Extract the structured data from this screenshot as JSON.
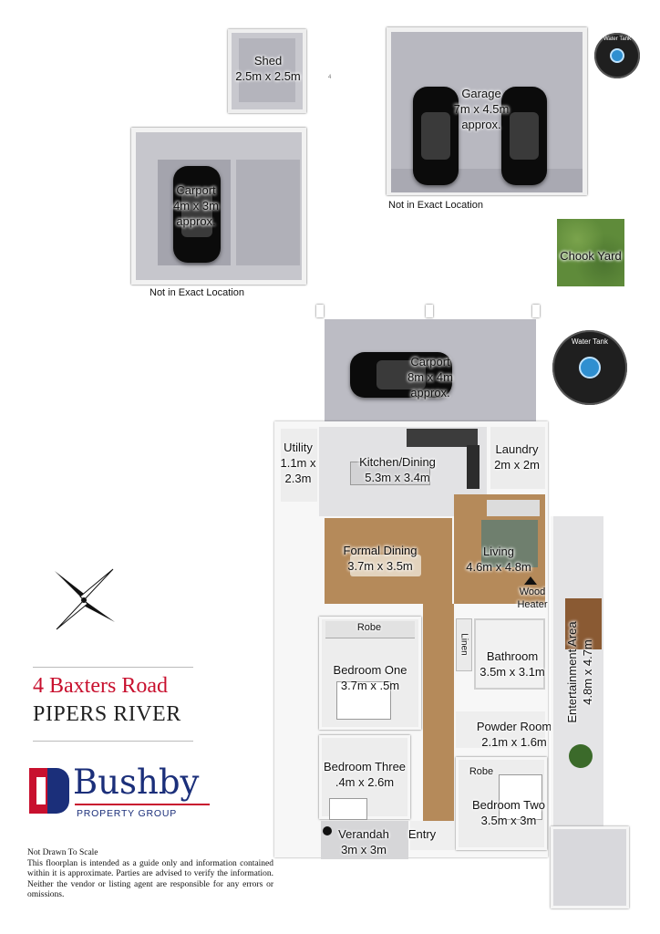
{
  "rooms": {
    "shed": {
      "name": "Shed",
      "size": "2.5m x 2.5m"
    },
    "garage": {
      "name": "Garage",
      "size": "7m x 4.5m",
      "note": "approx."
    },
    "carport_small": {
      "name": "Carport",
      "size": "4m x 3m",
      "note": "approx."
    },
    "carport_main": {
      "name": "Carport",
      "size": "8m x 4m",
      "note": "approx."
    },
    "chook_yard": {
      "name": "Chook Yard"
    },
    "utility": {
      "name": "Utility",
      "size_line1": "1.1m x",
      "size_line2": "2.3m"
    },
    "kitchen": {
      "name": "Kitchen/Dining",
      "size": "5.3m x 3.4m"
    },
    "laundry": {
      "name": "Laundry",
      "size": "2m x 2m"
    },
    "formal_dining": {
      "name": "Formal Dining",
      "size": "3.7m x 3.5m"
    },
    "living": {
      "name": "Living",
      "size": "4.6m x 4.8m"
    },
    "wood_heater": {
      "line1": "Wood",
      "line2": "Heater"
    },
    "entertainment": {
      "name": "Entertainment Area",
      "size": "4.8m x 4.7m"
    },
    "robe_one": {
      "name": "Robe"
    },
    "bedroom_one": {
      "name": "Bedroom One",
      "size": "3.7m x .5m"
    },
    "linen": {
      "name": "Linen"
    },
    "bathroom": {
      "name": "Bathroom",
      "size": "3.5m x 3.1m"
    },
    "powder": {
      "name": "Powder Room",
      "size": "2.1m x 1.6m"
    },
    "bedroom_three": {
      "name": "Bedroom Three",
      "size": ".4m x 2.6m"
    },
    "robe_two": {
      "name": "Robe"
    },
    "bedroom_two": {
      "name": "Bedroom Two",
      "size": "3.5m x 3m"
    },
    "verandah": {
      "name": "Verandah",
      "size": "3m x 3m"
    },
    "entry": {
      "name": "Entry"
    }
  },
  "notes": {
    "not_exact_1": "Not in Exact Location",
    "not_exact_2": "Not in Exact Location",
    "water_tank": "Water Tank",
    "shed_mark": "4"
  },
  "listing": {
    "address_line1": "4 Baxters Road",
    "address_line2": "PIPERS RIVER"
  },
  "brand": {
    "name": "Bushby",
    "tagline": "PROPERTY GROUP",
    "color_blue": "#1b2f7a",
    "color_red": "#c8102e"
  },
  "disclaimer": {
    "title": "Not Drawn To Scale",
    "body": "This floorplan is intended as a guide only and information contained within it is approximate. Parties are advised to verify the information. Neither the vendor or listing agent are responsible for any errors or omissions."
  },
  "colors": {
    "floor_grey": "#bfbfc7",
    "timber": "#b58a5a",
    "tile": "#e6e6e6",
    "grass": "#5f8b3a"
  }
}
